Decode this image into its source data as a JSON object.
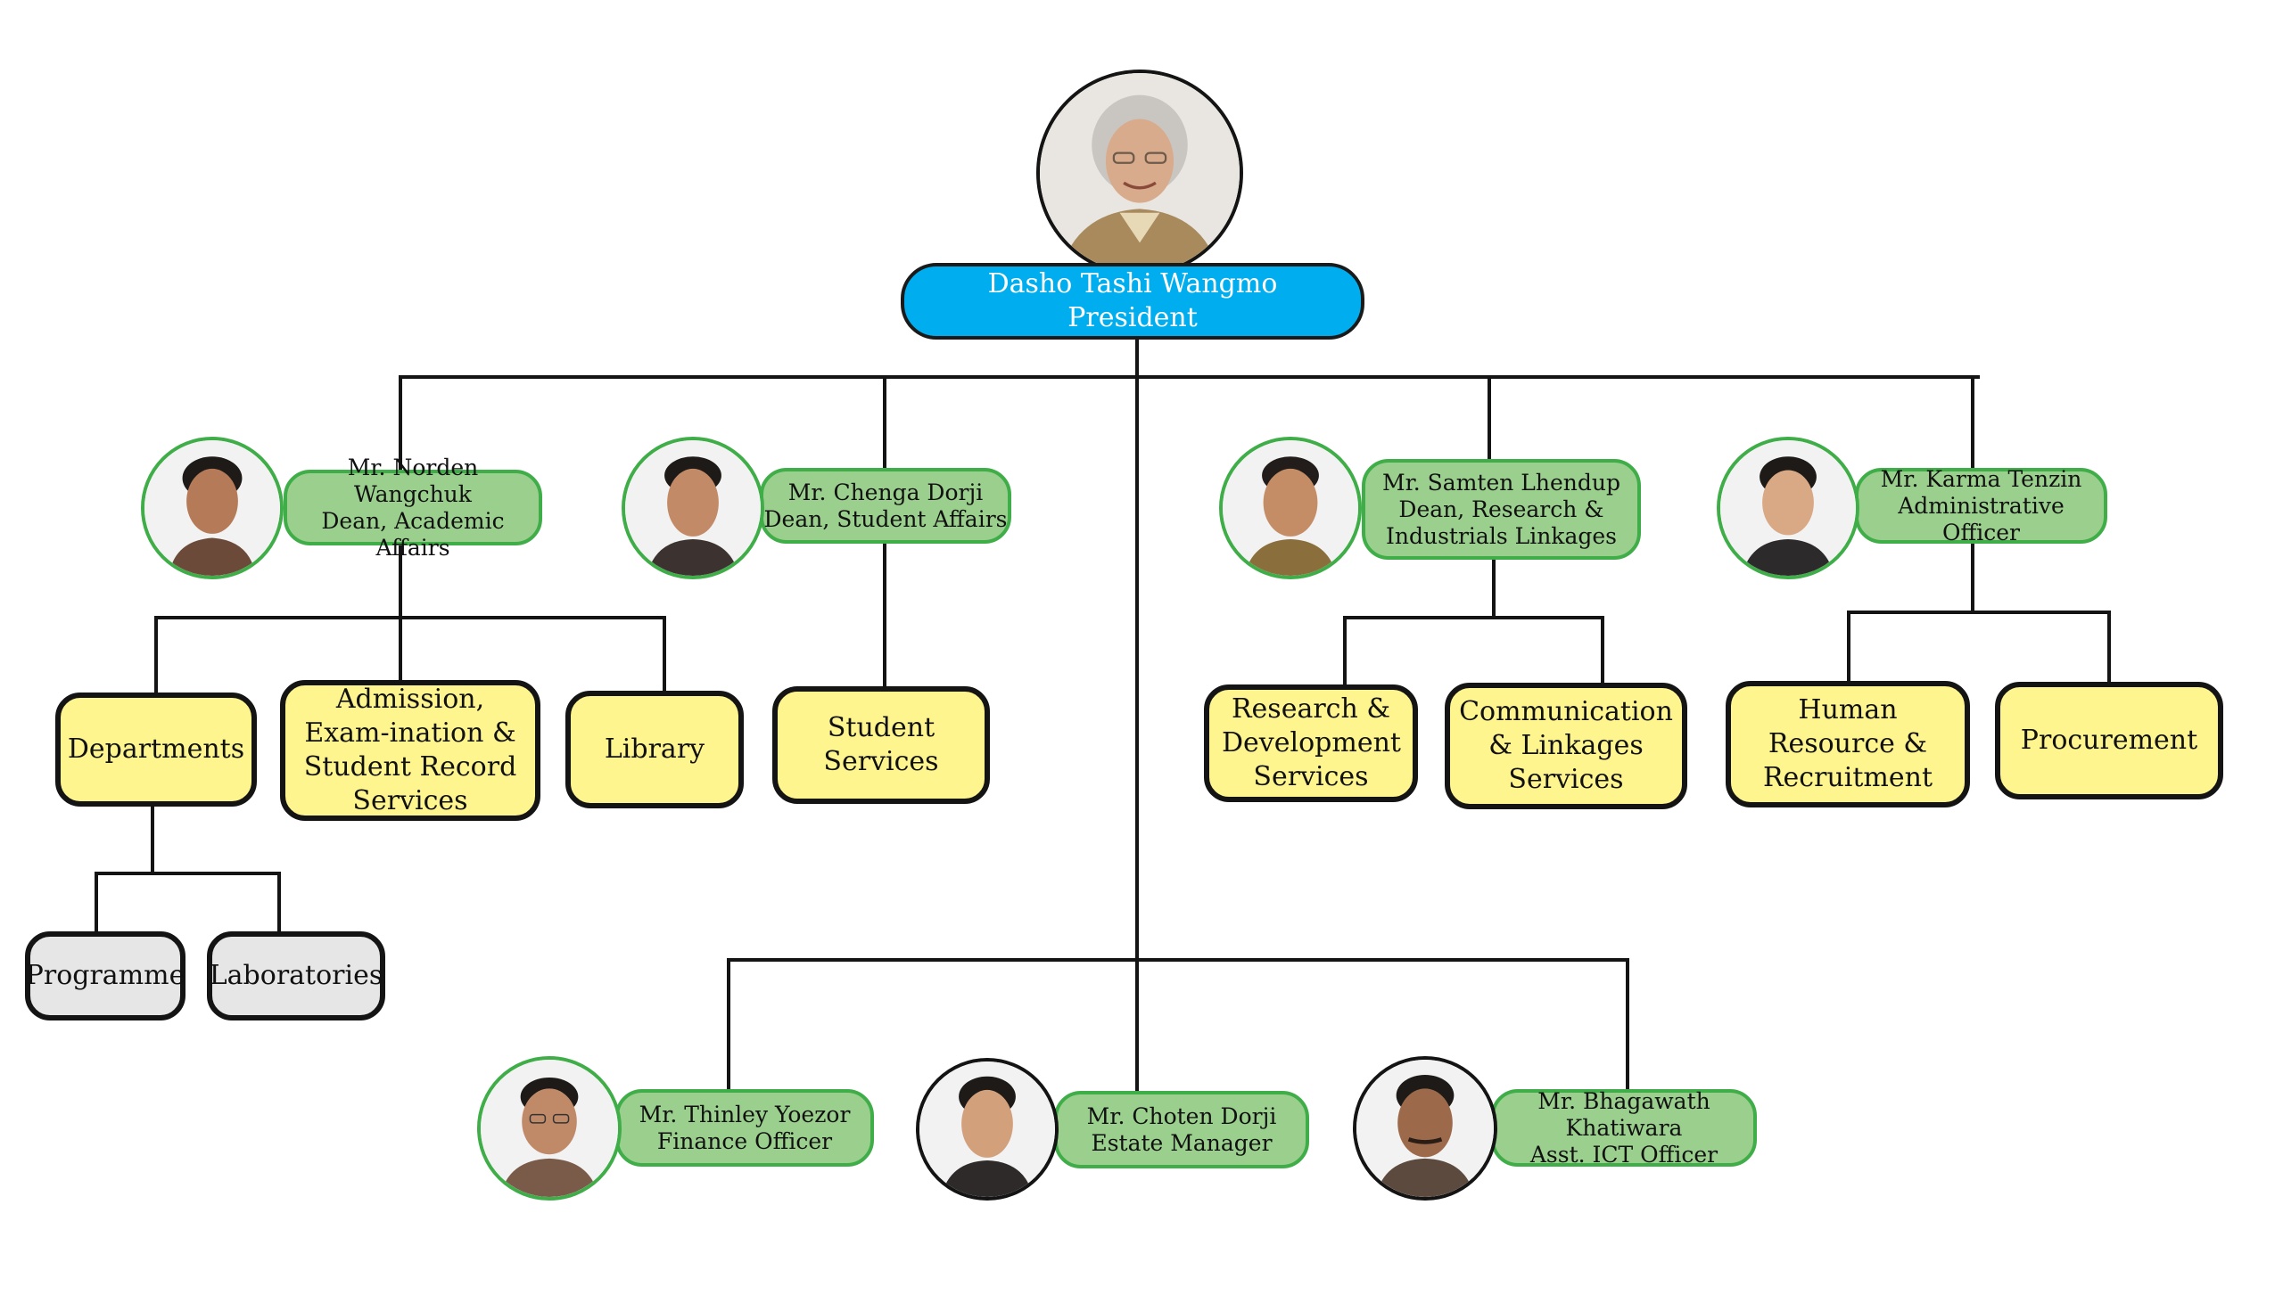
{
  "president": {
    "name": "Dasho Tashi Wangmo",
    "title": "President"
  },
  "officials": [
    {
      "name": "Mr. Norden Wangchuk",
      "title": "Dean, Academic Affairs"
    },
    {
      "name": "Mr. Chenga Dorji",
      "title": "Dean, Student Affairs"
    },
    {
      "name": "Mr. Samten Lhendup",
      "title": "Dean, Research & Industrials Linkages"
    },
    {
      "name": "Mr. Karma Tenzin",
      "title": "Administrative Officer"
    },
    {
      "name": "Mr. Thinley Yoezor",
      "title": "Finance Officer"
    },
    {
      "name": "Mr. Choten Dorji",
      "title": "Estate Manager"
    },
    {
      "name": "Mr. Bhagawath Khatiwara",
      "title": "Asst. ICT Officer"
    }
  ],
  "units": {
    "departments": "Departments",
    "admission": "Admission, Exam-ination & Student Record Services",
    "library": "Library",
    "student_services": "Student Services",
    "rnd": "Research & Development Services",
    "communication": "Communication & Linkages Services",
    "hr": "Human Resource & Recruitment",
    "procurement": "Procurement"
  },
  "subunits": {
    "programme": "Programme",
    "laboratories": "Laboratories"
  },
  "colors": {
    "president_box": "#00aeef",
    "official_box": "#9bcf8d",
    "official_border": "#3fad48",
    "unit_box": "#fff58e",
    "subunit_box": "#e6e6e6",
    "line": "#141414"
  }
}
